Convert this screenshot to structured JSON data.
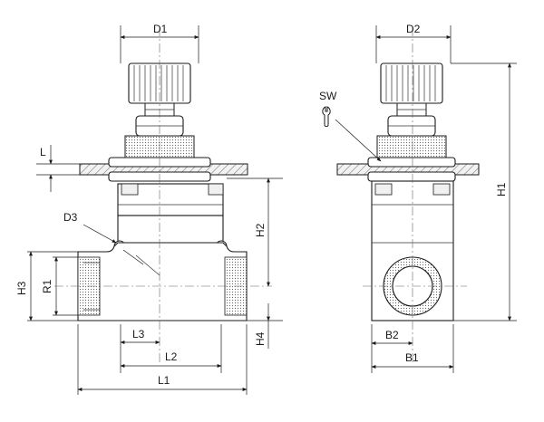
{
  "labels": {
    "D1": "D1",
    "D2": "D2",
    "D3": "D3",
    "L": "L",
    "SW": "SW",
    "H1": "H1",
    "H2": "H2",
    "H3": "H3",
    "H4": "H4",
    "R1": "R1",
    "L1": "L1",
    "L2": "L2",
    "L3": "L3",
    "B1": "B1",
    "B2": "B2"
  },
  "icons": {
    "wrench": "wrench-icon"
  }
}
